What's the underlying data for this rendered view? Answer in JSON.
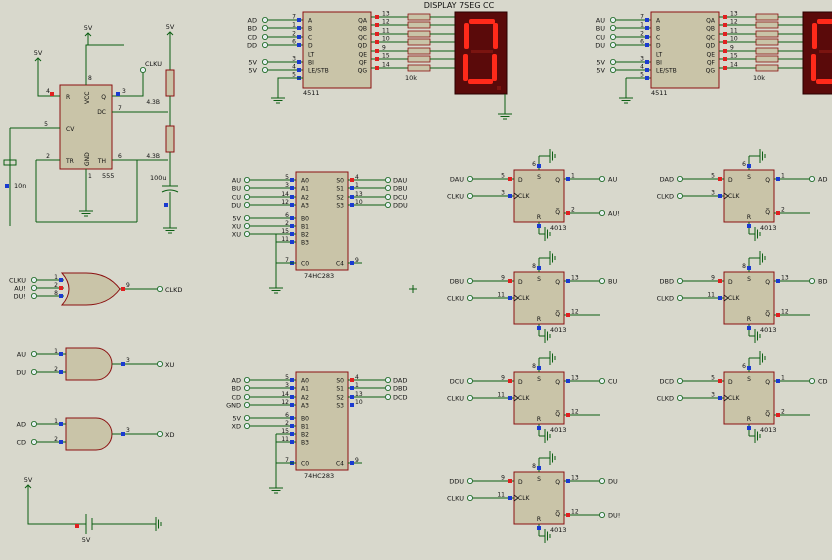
{
  "colors": {
    "background": "#d8d8cc",
    "wire": "#0b5e12",
    "body": "#c9c4a8",
    "outline": "#8b1010",
    "pin_red": "#e02020",
    "pin_blue": "#1a3ad0",
    "seg_on": "#ff2a1a",
    "seg_bg": "#5a0a0a"
  },
  "display_title": "DISPLAY 7SEG CC",
  "displays": [
    {
      "inputs": [
        "AD",
        "BD",
        "CD",
        "DD"
      ],
      "lt": "5V",
      "bi": "5V",
      "ic_name": "4511",
      "ic_pins_in": [
        "A",
        "B",
        "C",
        "D",
        "LT",
        "BI",
        "LE/STB"
      ],
      "ic_pins_out": [
        "QA",
        "QB",
        "QC",
        "QD",
        "QE",
        "QF",
        "QG"
      ],
      "pin_left": [
        "7",
        "1",
        "2",
        "6",
        "3",
        "4",
        "5"
      ],
      "pin_right": [
        "13",
        "12",
        "11",
        "10",
        "9",
        "15",
        "14"
      ],
      "res": "10k",
      "digit": "0"
    },
    {
      "inputs": [
        "AU",
        "BU",
        "CU",
        "DU"
      ],
      "lt": "5V",
      "bi": "5V",
      "ic_name": "4511",
      "ic_pins_in": [
        "A",
        "B",
        "C",
        "D",
        "LT",
        "BI",
        "LE/STB"
      ],
      "ic_pins_out": [
        "QA",
        "QB",
        "QC",
        "QD",
        "QE",
        "QF",
        "QG"
      ],
      "pin_left": [
        "7",
        "1",
        "2",
        "6",
        "3",
        "4",
        "5"
      ],
      "pin_right": [
        "13",
        "12",
        "11",
        "10",
        "9",
        "15",
        "14"
      ],
      "res": "10k",
      "digit": "0"
    }
  ],
  "timer": {
    "name": "555",
    "pins": [
      "R",
      "DC",
      "CV",
      "TR",
      "TH",
      "VCC",
      "Q",
      "GND"
    ],
    "pin_nums": [
      "4",
      "8",
      "3",
      "7",
      "5",
      "2",
      "6",
      "1"
    ],
    "v5": "5V",
    "v5b": "5V",
    "clk": "CLKU",
    "r1": "4.3B",
    "r2": "4.3B",
    "c1": "10n",
    "c2": "100u"
  },
  "gates": [
    {
      "type": "or",
      "in": [
        "CLKU",
        "AU!",
        "DU!"
      ],
      "pins": [
        "1",
        "2",
        "8"
      ],
      "out": "CLKD",
      "out_pin": "9"
    },
    {
      "type": "and",
      "in": [
        "AU",
        "DU"
      ],
      "pins": [
        "1",
        "2"
      ],
      "out": "XU",
      "out_pin": "3"
    },
    {
      "type": "and",
      "in": [
        "AD",
        "CD"
      ],
      "pins": [
        "1",
        "2"
      ],
      "out": "XD",
      "out_pin": "3"
    }
  ],
  "adders": [
    {
      "name": "74HC283",
      "in": [
        "AU",
        "BU",
        "CU",
        "DU",
        "5V",
        "XU",
        "XU"
      ],
      "pins_in": [
        "A0",
        "A1",
        "A2",
        "A3",
        "B0",
        "B1",
        "B2",
        "B3",
        "C0"
      ],
      "pin_left": [
        "5",
        "3",
        "14",
        "12",
        "6",
        "2",
        "15",
        "11",
        "7"
      ],
      "pins_out": [
        "S0",
        "S1",
        "S2",
        "S3",
        "C4"
      ],
      "pin_right": [
        "4",
        "1",
        "13",
        "10",
        "9"
      ],
      "out": [
        "DAU",
        "DBU",
        "DCU",
        "DDU"
      ]
    },
    {
      "name": "74HC283",
      "in": [
        "AD",
        "BD",
        "CD",
        "GND",
        "5V",
        "XD"
      ],
      "pins_in": [
        "A0",
        "A1",
        "A2",
        "A3",
        "B0",
        "B1",
        "B2",
        "B3",
        "C0"
      ],
      "pin_left": [
        "5",
        "3",
        "14",
        "12",
        "6",
        "2",
        "15",
        "11",
        "7"
      ],
      "pins_out": [
        "S0",
        "S1",
        "S2",
        "S3",
        "C4"
      ],
      "pin_right": [
        "4",
        "1",
        "13",
        "10",
        "9"
      ],
      "out": [
        "DAD",
        "DBD",
        "DCD"
      ]
    }
  ],
  "flipflops": [
    {
      "name": "4013",
      "d": "DAU",
      "clk": "CLKU",
      "q": "AU",
      "qn": "AU!",
      "pin_d": "5",
      "pin_clk": "3",
      "pin_q": "1",
      "pin_qn": "2",
      "top": "6"
    },
    {
      "name": "4013",
      "d": "DBU",
      "clk": "CLKU",
      "q": "BU",
      "qn": "",
      "pin_d": "9",
      "pin_clk": "11",
      "pin_q": "13",
      "pin_qn": "12",
      "top": "8"
    },
    {
      "name": "4013",
      "d": "DCU",
      "clk": "CLKU",
      "q": "CU",
      "qn": "",
      "pin_d": "9",
      "pin_clk": "11",
      "pin_q": "13",
      "pin_qn": "12",
      "top": "8"
    },
    {
      "name": "4013",
      "d": "DDU",
      "clk": "CLKU",
      "q": "DU",
      "qn": "DU!",
      "pin_d": "9",
      "pin_clk": "11",
      "pin_q": "13",
      "pin_qn": "12",
      "top": "8"
    },
    {
      "name": "4013",
      "d": "DAD",
      "clk": "CLKD",
      "q": "AD",
      "qn": "",
      "pin_d": "5",
      "pin_clk": "3",
      "pin_q": "1",
      "pin_qn": "2",
      "top": "6"
    },
    {
      "name": "4013",
      "d": "DBD",
      "clk": "CLKD",
      "q": "BD",
      "qn": "",
      "pin_d": "9",
      "pin_clk": "11",
      "pin_q": "13",
      "pin_qn": "12",
      "top": "8"
    },
    {
      "name": "4013",
      "d": "DCD",
      "clk": "CLKD",
      "q": "CD",
      "qn": "",
      "pin_d": "5",
      "pin_clk": "3",
      "pin_q": "1",
      "pin_qn": "2",
      "top": "6"
    }
  ],
  "ff_pins": {
    "d": "D",
    "clk": "CLK",
    "q": "Q",
    "qn": "Q̅",
    "r": "R",
    "s": "S"
  },
  "battery": {
    "v_top": "5V",
    "v_bottom": "5V"
  }
}
